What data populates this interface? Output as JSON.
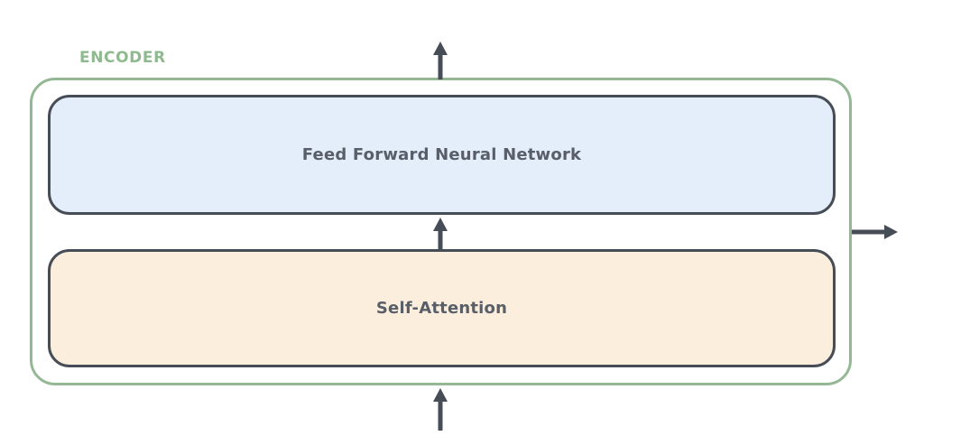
{
  "diagram": {
    "label": "ENCODER",
    "label_color": "#8fba8f",
    "outer_border_color": "#94b894",
    "block_border_color": "#474d57",
    "block_text_color": "#595f69",
    "arrow_color": "#474d57",
    "blocks": [
      {
        "name": "feed-forward",
        "label": "Feed Forward Neural Network",
        "fill": "#e3eefa"
      },
      {
        "name": "self-attention",
        "label": "Self-Attention",
        "fill": "#fbeedd"
      }
    ],
    "arrows": [
      {
        "name": "input-arrow-bottom",
        "glyph": "↑",
        "direction": "up"
      },
      {
        "name": "attention-to-ffnn-arrow",
        "glyph": "↑",
        "direction": "up"
      },
      {
        "name": "output-arrow-top",
        "glyph": "↑",
        "direction": "up"
      },
      {
        "name": "output-arrow-right",
        "glyph": "→",
        "direction": "right"
      }
    ]
  }
}
